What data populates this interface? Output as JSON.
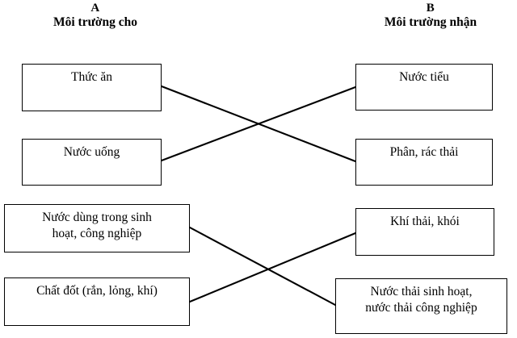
{
  "columns": {
    "left": {
      "letter": "A",
      "caption": "Môi trường cho"
    },
    "right": {
      "letter": "B",
      "caption": "Môi trường nhận"
    }
  },
  "left_items": [
    {
      "label": "Thức ăn"
    },
    {
      "label": "Nước uống"
    },
    {
      "label": "Nước dùng trong sinh\nhoạt, công nghiệp"
    },
    {
      "label": "Chất đốt (rắn, lỏng, khí)"
    }
  ],
  "right_items": [
    {
      "label": "Nước tiểu"
    },
    {
      "label": "Phân, rác thải"
    },
    {
      "label": "Khí thải, khói"
    },
    {
      "label": "Nước thải sinh hoạt,\nnước thải công nghiệp"
    }
  ],
  "connections": [
    {
      "from": "Thức ăn",
      "to": "Phân, rác thải"
    },
    {
      "from": "Nước uống",
      "to": "Nước tiểu"
    },
    {
      "from": "Nước dùng trong sinh hoạt, công nghiệp",
      "to": "Nước thải sinh hoạt, nước thải công nghiệp"
    },
    {
      "from": "Chất đốt (rắn, lỏng, khí)",
      "to": "Khí thải, khói"
    }
  ],
  "colors": {
    "line": "#000000",
    "border": "#000000",
    "background": "#ffffff",
    "text": "#000000"
  }
}
